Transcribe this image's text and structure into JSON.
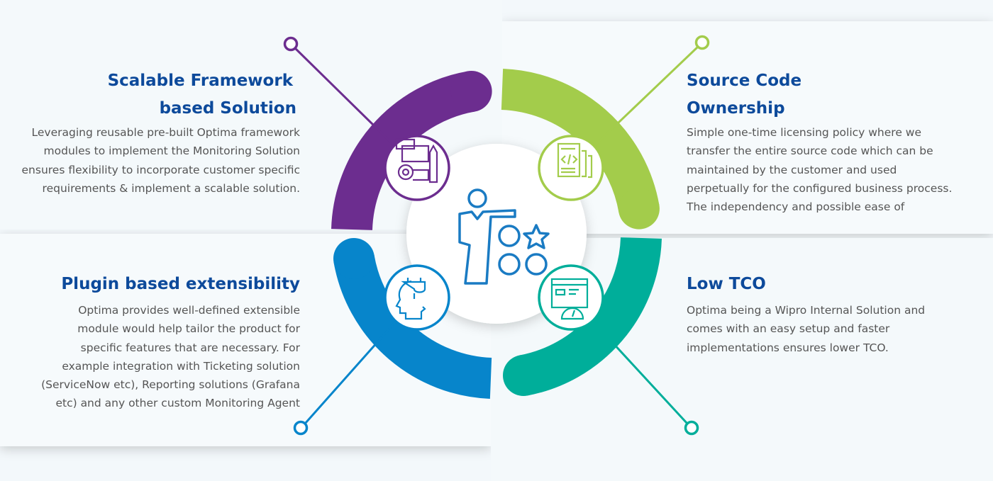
{
  "colors": {
    "purple": "#6c2d8f",
    "green": "#a3cc4b",
    "teal": "#00ae9a",
    "blue": "#0785cb",
    "title": "#0d4a9b",
    "text": "#555555",
    "center_icon": "#1a7bc3"
  },
  "center": {
    "icon": "presenter-with-options-icon"
  },
  "items": [
    {
      "title_line1": "Scalable Framework",
      "title_line2": "based Solution",
      "icon": "framework-gear-pencil-icon",
      "body": "Leveraging reusable pre-built Optima framework modules to implement the Monitoring Solution ensures flexibility to incorporate customer specific requirements & implement a scalable solution."
    },
    {
      "title_line1": "Source Code",
      "title_line2": "Ownership",
      "icon": "source-code-document-icon",
      "body": "Simple one-time licensing policy where we transfer the entire source code which can be maintained by the customer and used perpetually for the configured business process. The independency and possible ease of"
    },
    {
      "title_line1": "Plugin based extensibility",
      "icon": "head-plugin-icon",
      "body": "Optima provides well-defined extensible module would help tailor the product for specific features that are necessary. For example integration with Ticketing solution (ServiceNow etc), Reporting solutions (Grafana etc) and any other custom Monitoring Agent"
    },
    {
      "title_line1": "Low TCO",
      "icon": "dashboard-gauge-icon",
      "body": "Optima being a Wipro Internal Solution and comes with an easy setup and faster implementations ensures lower TCO."
    }
  ]
}
